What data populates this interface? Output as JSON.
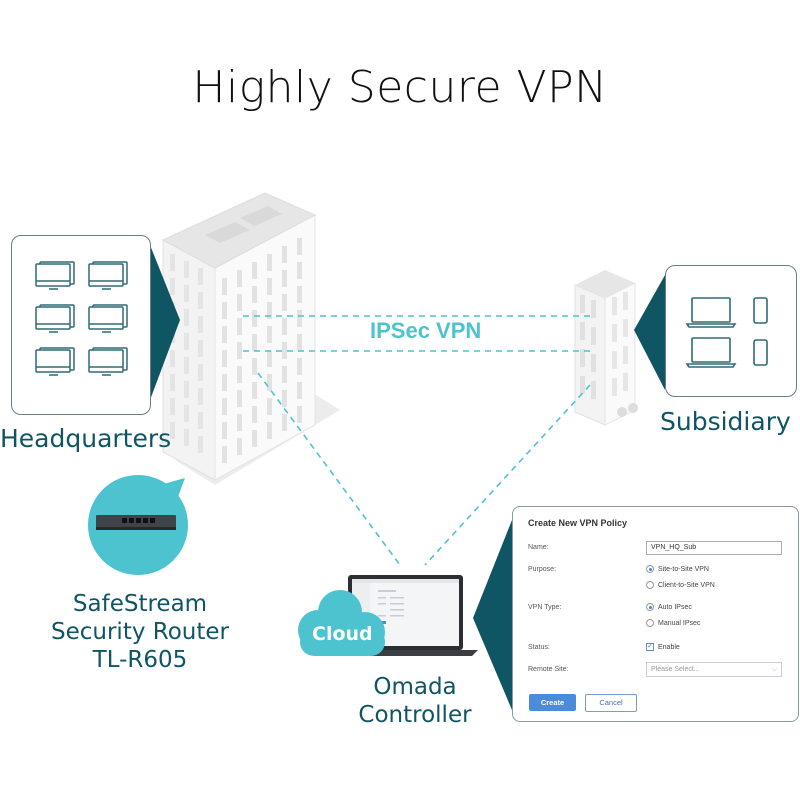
{
  "title": "Highly Secure VPN",
  "connection": {
    "label": "IPSec VPN"
  },
  "sites": {
    "headquarters": {
      "label": "Headquarters",
      "devices": [
        "desktop-icon",
        "desktop-icon",
        "desktop-icon",
        "desktop-icon",
        "desktop-icon",
        "desktop-icon"
      ]
    },
    "subsidiary": {
      "label": "Subsidiary",
      "devices": [
        "laptop-icon",
        "phone-icon",
        "laptop-icon",
        "phone-icon"
      ]
    }
  },
  "router": {
    "line1": "SafeStream",
    "line2": "Security Router",
    "line3": "TL-R605"
  },
  "controller": {
    "cloud_label": "Cloud",
    "line1": "Omada",
    "line2": "Controller"
  },
  "vpn_form": {
    "title": "Create New VPN Policy",
    "name_label": "Name:",
    "name_value": "VPN_HQ_Sub",
    "purpose_label": "Purpose:",
    "purpose_options": [
      {
        "label": "Site-to-Site VPN",
        "selected": true
      },
      {
        "label": "Client-to-Site VPN",
        "selected": false
      }
    ],
    "type_label": "VPN Type:",
    "type_options": [
      {
        "label": "Auto IPsec",
        "selected": true
      },
      {
        "label": "Manual IPsec",
        "selected": false
      }
    ],
    "status_label": "Status:",
    "status_checkbox": {
      "label": "Enable",
      "checked": true
    },
    "remote_label": "Remote Site:",
    "remote_placeholder": "Please Select...",
    "create_label": "Create",
    "cancel_label": "Cancel"
  },
  "colors": {
    "teal_dark": "#0f5563",
    "teal_light": "#4cc3cf",
    "button_blue": "#4a8bdc"
  }
}
